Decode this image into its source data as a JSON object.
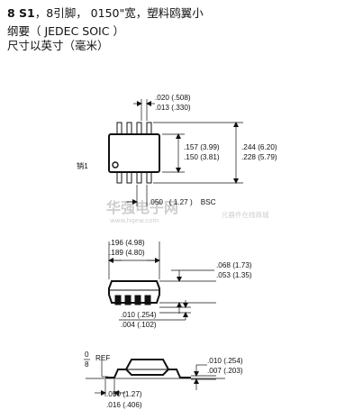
{
  "header": {
    "line1_bold": "8 S1",
    "line1_rest": "，8引脚，  0150\"宽，塑料鸥翼小",
    "line2": "纲要（   JEDEC SOIC ）",
    "line3": "尺寸以英寸（毫米）"
  },
  "top_view": {
    "pin1_label": "销1",
    "dim_top_width": ".020 (.508)",
    "dim_top_width2": ".013 (.330)",
    "dim_body_width": ".157 (3.99)",
    "dim_body_width2": ".150 (3.81)",
    "dim_overall_width": ".244 (6.20)",
    "dim_overall_width2": ".228 (5.79)",
    "dim_pitch": ".050   ( 1.27 )    BSC"
  },
  "side_view": {
    "dim_length": ".196 (4.98)",
    "dim_length2": ".189 (4.80)",
    "dim_height": ".068 (1.73)",
    "dim_height2": ".053 (1.35)",
    "dim_standoff": ".010 (.254)",
    "dim_standoff2": ".004 (.102)"
  },
  "end_view": {
    "angle_top": "0",
    "angle_bottom": "8",
    "angle_ref": "REF",
    "dim_lead_thickness": ".010 (.254)",
    "dim_lead_thickness2": ".007 (.203)",
    "dim_foot_length": ".050 (1.27)",
    "dim_foot_length2": ".016 (.406)"
  },
  "watermark": {
    "text_cn": "华强电子网",
    "text_url": "www.hqew.com",
    "text_tag": "元器件在线商城"
  }
}
